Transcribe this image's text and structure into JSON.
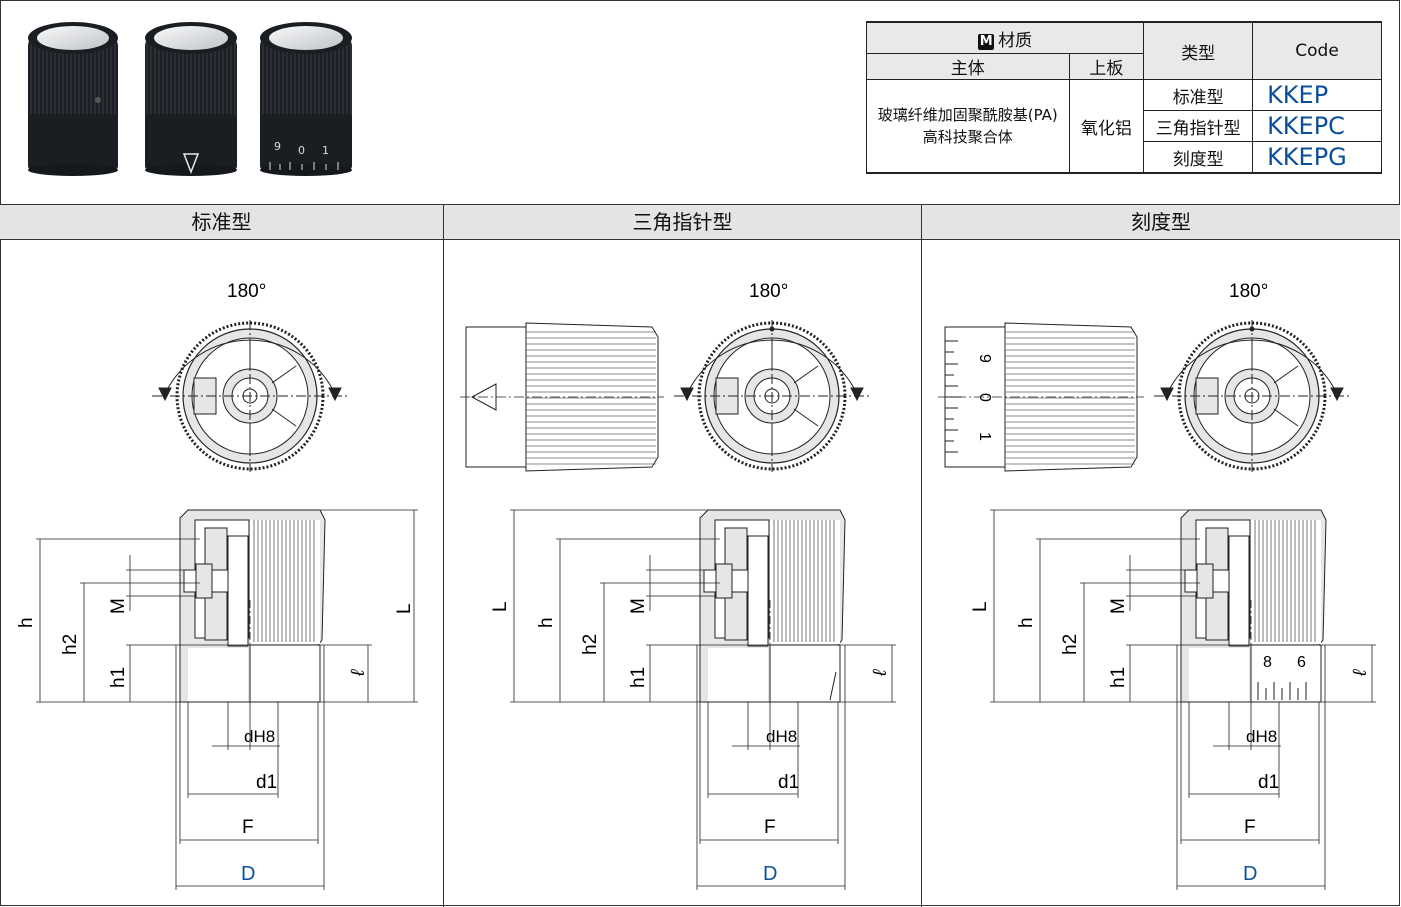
{
  "spec_table": {
    "material_header": "材质",
    "material_icon_letter": "M",
    "body_header": "主体",
    "plate_header": "上板",
    "type_header": "类型",
    "code_header": "Code",
    "body_material_line1": "玻璃纤维加固聚酰胺基(PA)",
    "body_material_line2": "高科技聚合体",
    "plate_material": "氧化铝",
    "rows": [
      {
        "type": "标准型",
        "code": "KKEP"
      },
      {
        "type": "三角指针型",
        "code": "KKEPC"
      },
      {
        "type": "刻度型",
        "code": "KKEPG"
      }
    ]
  },
  "sections": [
    {
      "title": "标准型"
    },
    {
      "title": "三角指针型"
    },
    {
      "title": "刻度型"
    }
  ],
  "labels": {
    "angle": "180°",
    "h": "h",
    "h2": "h2",
    "h1": "h1",
    "M": "M",
    "L": "L",
    "l": "ℓ",
    "dH8": "dH8",
    "d1": "d1",
    "F": "F",
    "D": "D",
    "scale_left": [
      "9",
      "0",
      "1"
    ],
    "scale_side": [
      "8",
      "6"
    ],
    "photo_scale": [
      "9",
      "0",
      "1"
    ]
  },
  "colors": {
    "accent_blue": "#0b4f9c",
    "header_gray": "#e4e4e4",
    "part_gray": "#e6e6e6"
  }
}
